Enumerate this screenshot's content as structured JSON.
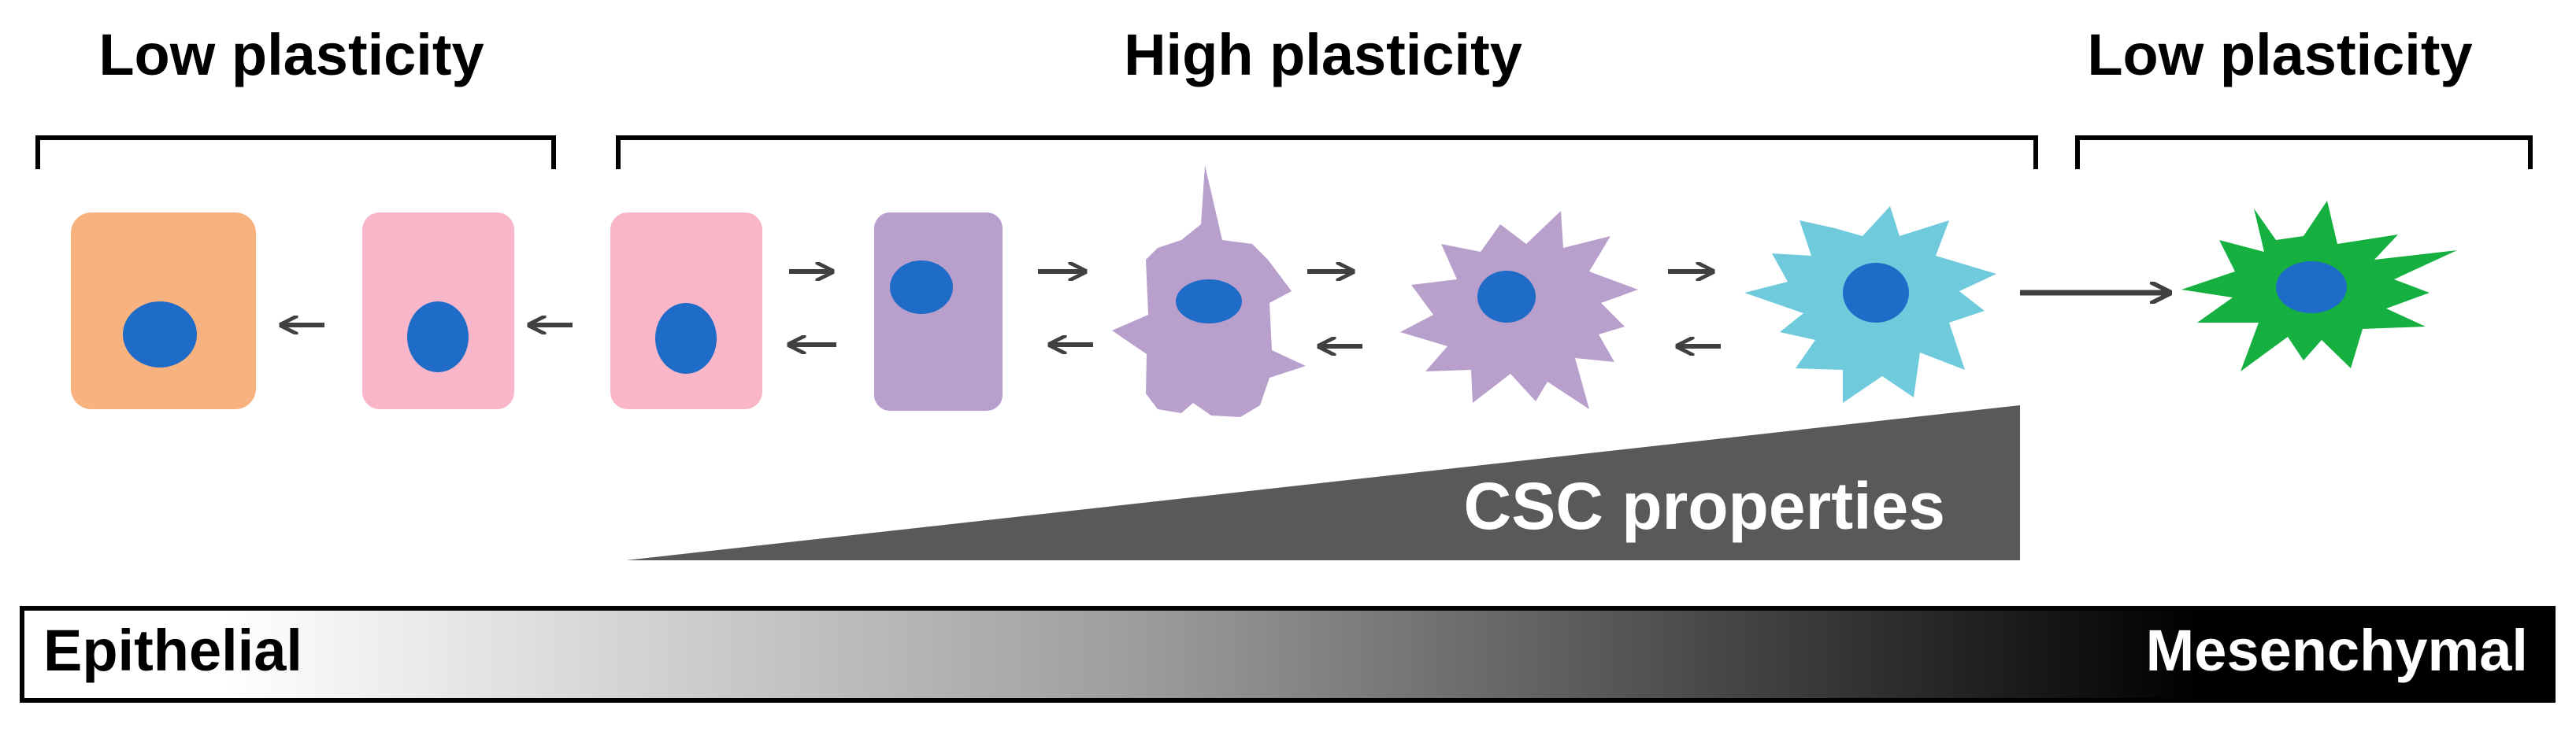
{
  "headings": {
    "left": "Low plasticity",
    "center": "High plasticity",
    "right": "Low plasticity"
  },
  "wedge": {
    "label": "CSC properties"
  },
  "gradient_bar": {
    "left_label": "Epithelial",
    "right_label": "Mesenchymal"
  },
  "colors": {
    "orange_cell": "#F8B27F",
    "pink_cell": "#F9B6C9",
    "purple_cell": "#B9A0CC",
    "cyan_cell": "#6FCBDC",
    "green_cell": "#15B040",
    "nucleus": "#1F6BC8",
    "arrow": "#404040",
    "wedge": "#595959"
  }
}
